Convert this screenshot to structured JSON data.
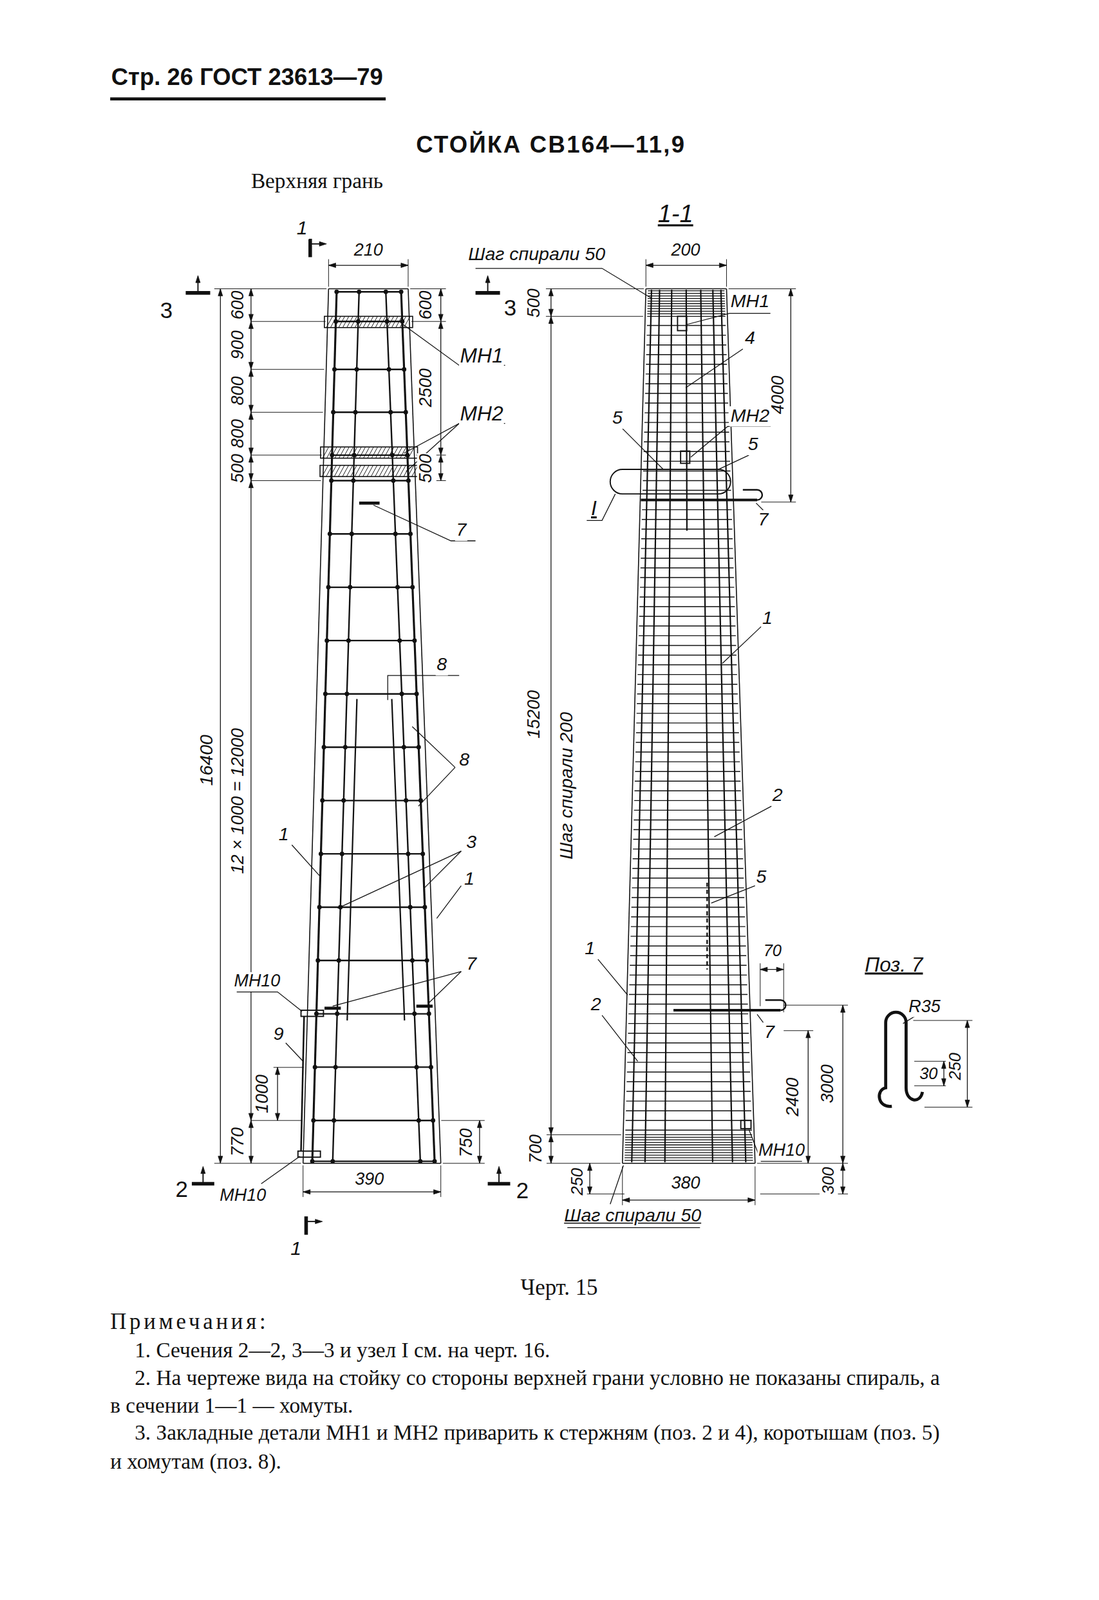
{
  "diagram": {
    "title": "СТОЙКА СВ164—11,9",
    "caption": "Черт. 15",
    "labels": [
      "Стр. 26 ГОСТ 23613—79",
      "Верхняя грань",
      "1",
      "1-1",
      "210",
      "Шаг спирали 50",
      "200",
      "3",
      "600",
      "600",
      "3",
      "500",
      "МН1",
      "900",
      "МН1",
      "4",
      "4000",
      "800",
      "2500",
      "МН2",
      "5",
      "МН2",
      "800",
      "5",
      "500",
      "500",
      "I",
      "7",
      "7",
      "1",
      "8",
      "15200",
      "16400",
      "12 × 1000 = 12000",
      "Шаг спирали 200",
      "8",
      "2",
      "1",
      "3",
      "5",
      "1",
      "1",
      "70",
      "Поз. 7",
      "7",
      "МН10",
      "R35",
      "2",
      "7",
      "9",
      "30",
      "2400",
      "3000",
      "1000",
      "250",
      "750",
      "770",
      "700",
      "МН10",
      "390",
      "380",
      "2",
      "МН10",
      "2",
      "250",
      "300",
      "Шаг спирали 50",
      "1",
      "Примечания:",
      "1. Сечения 2—2, 3—3 и узел I см. на черт. 16.",
      "2. На чертеже вида на стойку со стороны верхней грани условно не показаны спираль, а в сечении 1—1 — хомуты.",
      "3. Закладные детали МН1 и МН2 приварить к стержням (поз. 2 и 4), коротышам (поз. 5) и хомутам (поз. 8)."
    ]
  }
}
